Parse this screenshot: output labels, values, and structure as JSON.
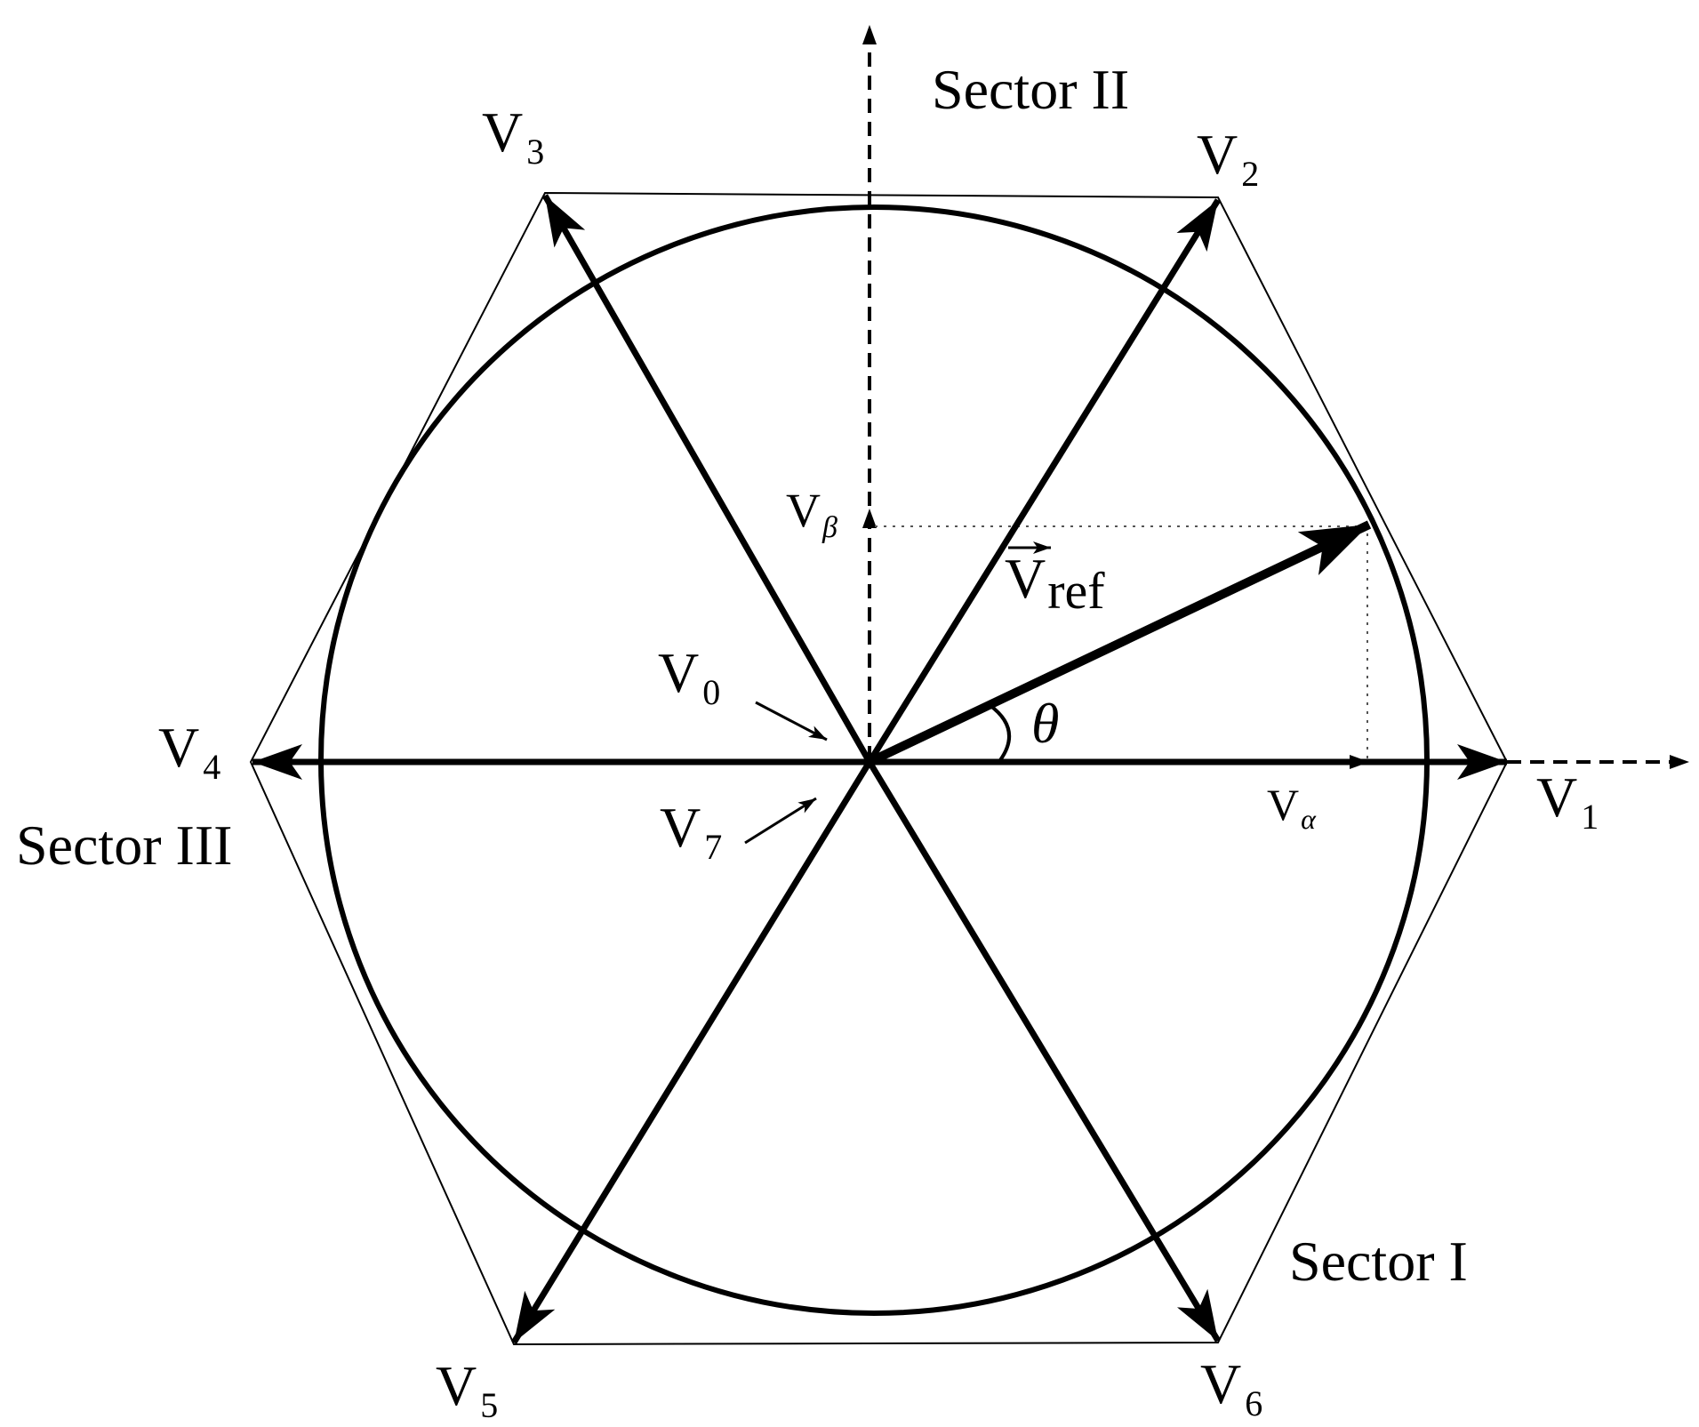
{
  "vectors": {
    "v1": {
      "main": "V",
      "sub": "1"
    },
    "v2": {
      "main": "V",
      "sub": "2"
    },
    "v3": {
      "main": "V",
      "sub": "3"
    },
    "v4": {
      "main": "V",
      "sub": "4"
    },
    "v5": {
      "main": "V",
      "sub": "5"
    },
    "v6": {
      "main": "V",
      "sub": "6"
    },
    "v0": {
      "main": "V",
      "sub": "0"
    },
    "v7": {
      "main": "V",
      "sub": "7"
    }
  },
  "components": {
    "alpha": {
      "main": "V",
      "sub": "α"
    },
    "beta": {
      "main": "V",
      "sub": "β"
    }
  },
  "reference": {
    "main": "V",
    "sub": "ref"
  },
  "angle": "θ",
  "sectors": {
    "s1": "Sector I",
    "s2": "Sector II",
    "s3": "Sector III"
  }
}
